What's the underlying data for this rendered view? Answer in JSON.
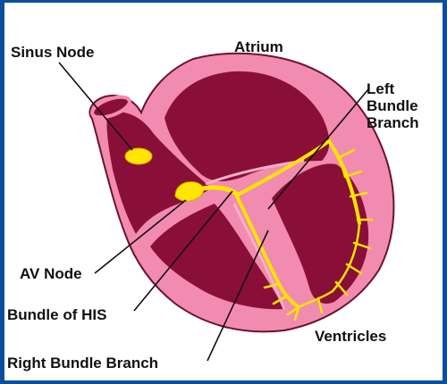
{
  "labels": {
    "sinus_node": "Sinus Node",
    "atrium": "Atrium",
    "left_bundle_branch": [
      "Left",
      "Bundle",
      "Branch"
    ],
    "av_node": "AV Node",
    "bundle_of_his": "Bundle of HIS",
    "ventricles": "Ventricles",
    "right_bundle_branch": "Right Bundle Branch"
  },
  "colors": {
    "background_border": "#0a4f9e",
    "heart_wall": "#f28bb0",
    "heart_wall_outline": "#6b1230",
    "chamber": "#8a0f38",
    "conduction": "#ffe500"
  }
}
